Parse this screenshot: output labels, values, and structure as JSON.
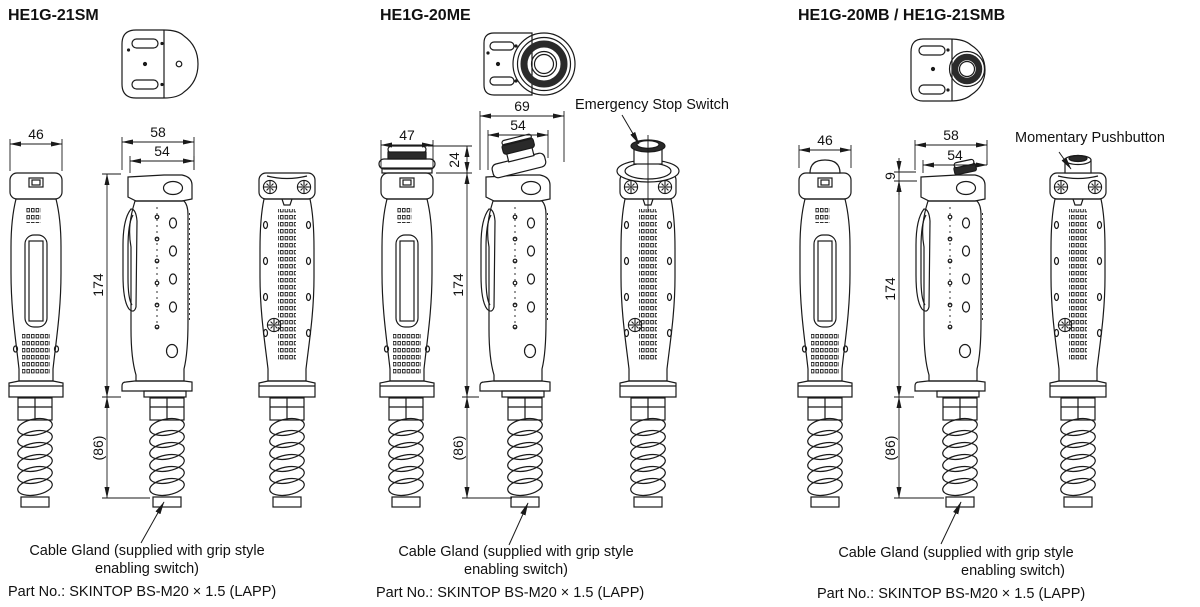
{
  "drawing": {
    "background": "#ffffff",
    "line_color": "#1a1a1a",
    "dark_fill": "#2a2a2a"
  },
  "groups": [
    {
      "title": "HE1G-21SM",
      "dims": {
        "front_width": "46",
        "side_width": "58",
        "body_width": "54",
        "height": "174",
        "cable_gland_length": "(86)"
      },
      "caption_line1": "Cable Gland (supplied with grip style",
      "caption_line2": "enabling switch)",
      "part_no": "Part No.: SKINTOP BS-M20 × 1.5 (LAPP)"
    },
    {
      "title": "HE1G-20ME",
      "callout": "Emergency Stop Switch",
      "dims": {
        "front_width": "47",
        "side_width": "69",
        "body_width": "54",
        "estop_height": "24",
        "height": "174",
        "cable_gland_length": "(86)"
      },
      "caption_line1": "Cable Gland (supplied with grip style",
      "caption_line2": "enabling switch)",
      "part_no": "Part No.: SKINTOP BS-M20 × 1.5 (LAPP)"
    },
    {
      "title": "HE1G-20MB / HE1G-21SMB",
      "callout": "Momentary Pushbutton",
      "dims": {
        "front_width": "46",
        "side_width": "58",
        "body_width": "54",
        "button_height": "9",
        "height": "174",
        "cable_gland_length": "(86)"
      },
      "caption_line1": "Cable Gland (supplied with grip style",
      "caption_line2": "enabling switch)",
      "part_no": "Part No.: SKINTOP BS-M20 × 1.5 (LAPP)"
    }
  ]
}
